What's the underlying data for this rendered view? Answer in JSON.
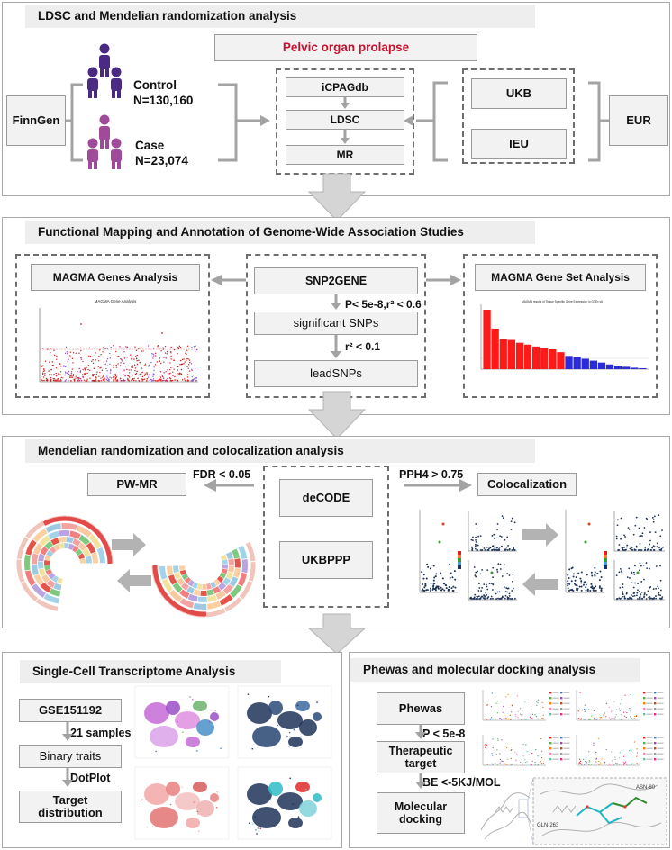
{
  "section1": {
    "title": "LDSC and Mendelian randomization analysis",
    "outcome": "Pelvic organ prolapse",
    "source": "FinnGen",
    "control_label": "Control",
    "control_n": "N=130,160",
    "case_label": "Case",
    "case_n": "N=23,074",
    "pipeline": [
      "iCPAGdb",
      "LDSC",
      "MR"
    ],
    "exposure_sources": [
      "UKB",
      "IEU"
    ],
    "ancestry": "EUR"
  },
  "section2": {
    "title": "Functional Mapping and Annotation of Genome-Wide Association Studies",
    "magma_genes": "MAGMA Genes  Analysis",
    "magma_genes_plot_title": "MAGMA Gene Analysis",
    "snp2gene": "SNP2GENE",
    "threshold1": "P< 5e-8,r² < 0.6",
    "significant_snps": "significant SNPs",
    "threshold2": "r² < 0.1",
    "lead_snps": "leadSNPs",
    "magma_geneset": "MAGMA Gene Set Analysis",
    "magma_geneset_plot_title": "MAGMA results of Tissue Specific Gene Expression in GTEx v8"
  },
  "section3": {
    "title": "Mendelian randomization and colocalization analysis",
    "pwmr": "PW-MR",
    "fdr": "FDR < 0.05",
    "decode": "deCODE",
    "ukbppp": "UKBPPP",
    "pph4": "PPH4 > 0.75",
    "coloc": "Colocalization"
  },
  "section4": {
    "title": "Single-Cell Transcriptome Analysis",
    "gse": "GSE151192",
    "samples": "21 samples",
    "binary": "Binary traits",
    "dotplot": "DotPlot",
    "target": "Target distribution"
  },
  "section5": {
    "title": "Phewas and molecular docking analysis",
    "phewas": "Phewas",
    "p": "P < 5e-8",
    "therapeutic": "Therapeutic target",
    "be": "BE <-5KJ/MOL",
    "docking": "Molecular docking",
    "residue1": "ASN-80",
    "residue2": "GLN-263"
  },
  "colors": {
    "prolapse_red": "#c8102e",
    "control_purple": "#4b2a83",
    "case_purple": "#a04a9a",
    "manhattan_red": "#e0201c",
    "geneset_red": "#ff1a1a",
    "geneset_blue": "#2b2bd9",
    "umap_navy": "#1e3358"
  },
  "chart_data": [
    {
      "type": "bar",
      "title": "MAGMA results of Tissue Specific Gene Expression in GTEx v8",
      "values": [
        6.3,
        4.3,
        3.2,
        3.1,
        2.8,
        2.6,
        2.4,
        2.2,
        2.1,
        1.8,
        1.4,
        1.3,
        1.1,
        0.9,
        0.7,
        0.5,
        0.35,
        0.25,
        0.15,
        0.1
      ],
      "series_colors": [
        "#ff1a1a",
        "#ff1a1a",
        "#ff1a1a",
        "#ff1a1a",
        "#ff1a1a",
        "#ff1a1a",
        "#ff1a1a",
        "#ff1a1a",
        "#ff1a1a",
        "#ff1a1a",
        "#2b2bd9",
        "#2b2bd9",
        "#2b2bd9",
        "#2b2bd9",
        "#2b2bd9",
        "#2b2bd9",
        "#2b2bd9",
        "#2b2bd9",
        "#2b2bd9",
        "#2b2bd9"
      ]
    }
  ]
}
